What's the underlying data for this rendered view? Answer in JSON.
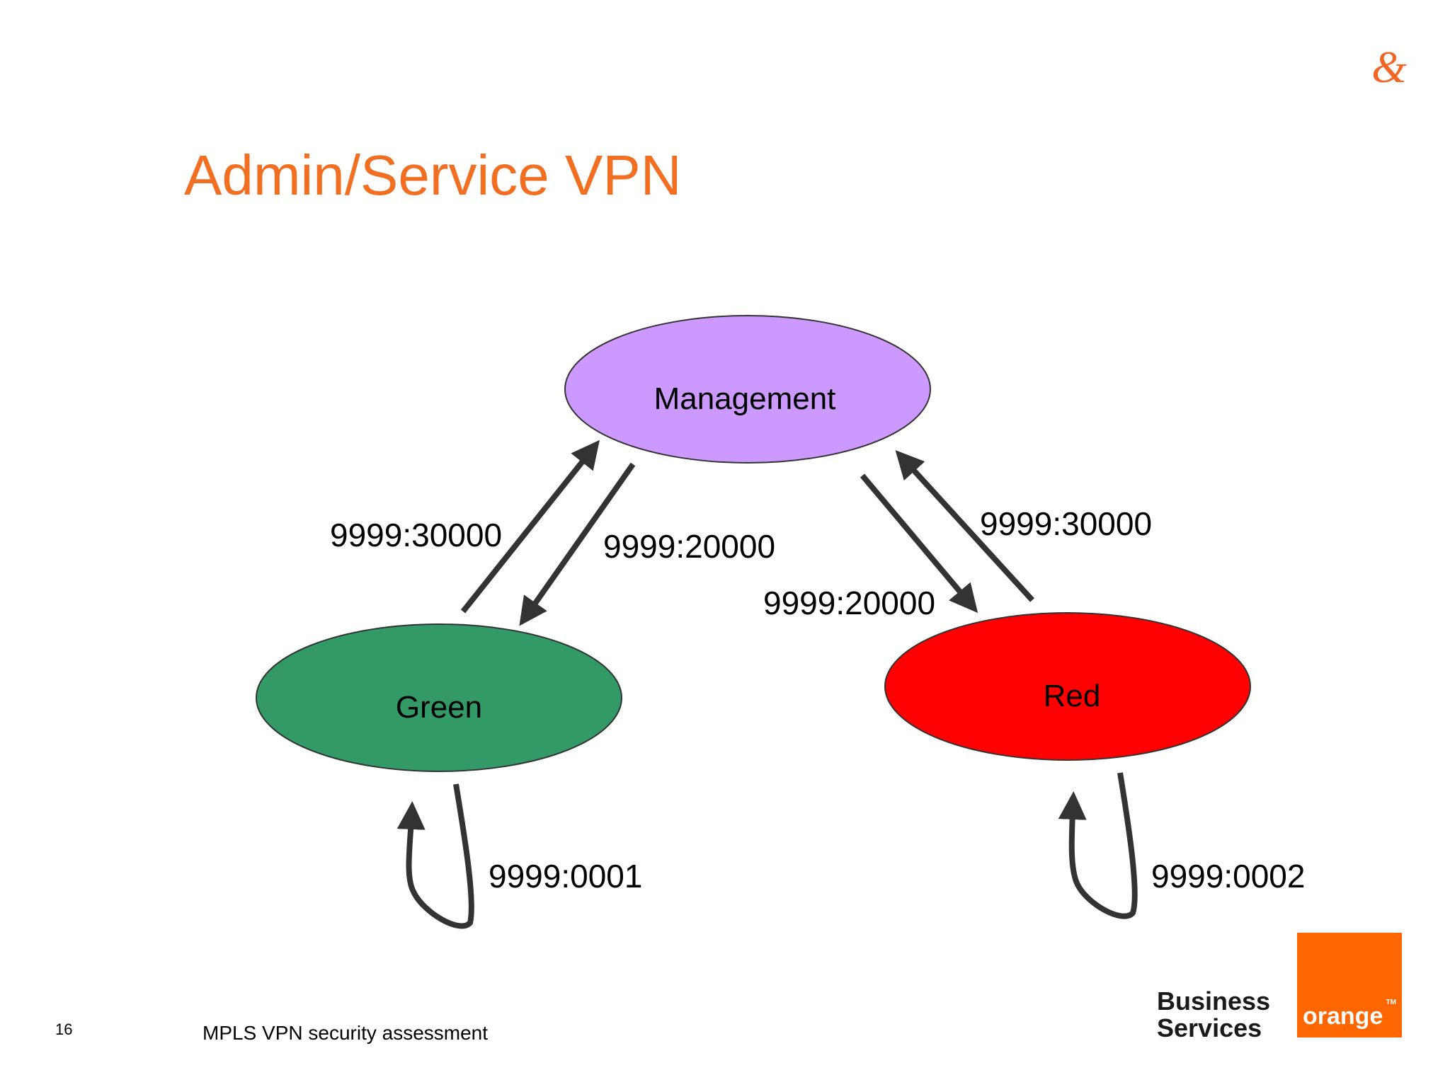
{
  "title": "Admin/Service VPN",
  "colors": {
    "title": "#f26f21",
    "management": "#cc99ff",
    "green": "#339966",
    "red": "#ff0000",
    "arrow": "#333333",
    "brand_orange": "#ff6600"
  },
  "nodes": {
    "management": {
      "label": "Management"
    },
    "green": {
      "label": "Green"
    },
    "red": {
      "label": "Red"
    }
  },
  "edges": {
    "green_to_management": {
      "label": "9999:30000"
    },
    "management_to_green": {
      "label": "9999:20000"
    },
    "management_to_red": {
      "label": "9999:20000"
    },
    "red_to_management": {
      "label": "9999:30000"
    },
    "green_self": {
      "label": "9999:0001"
    },
    "red_self": {
      "label": "9999:0002"
    }
  },
  "footer": {
    "page_number": "16",
    "text": "MPLS VPN security assessment"
  },
  "branding": {
    "ampersand": "&",
    "business_services_line1": "Business",
    "business_services_line2": "Services",
    "orange_wordmark": "orange",
    "trademark": "TM"
  }
}
